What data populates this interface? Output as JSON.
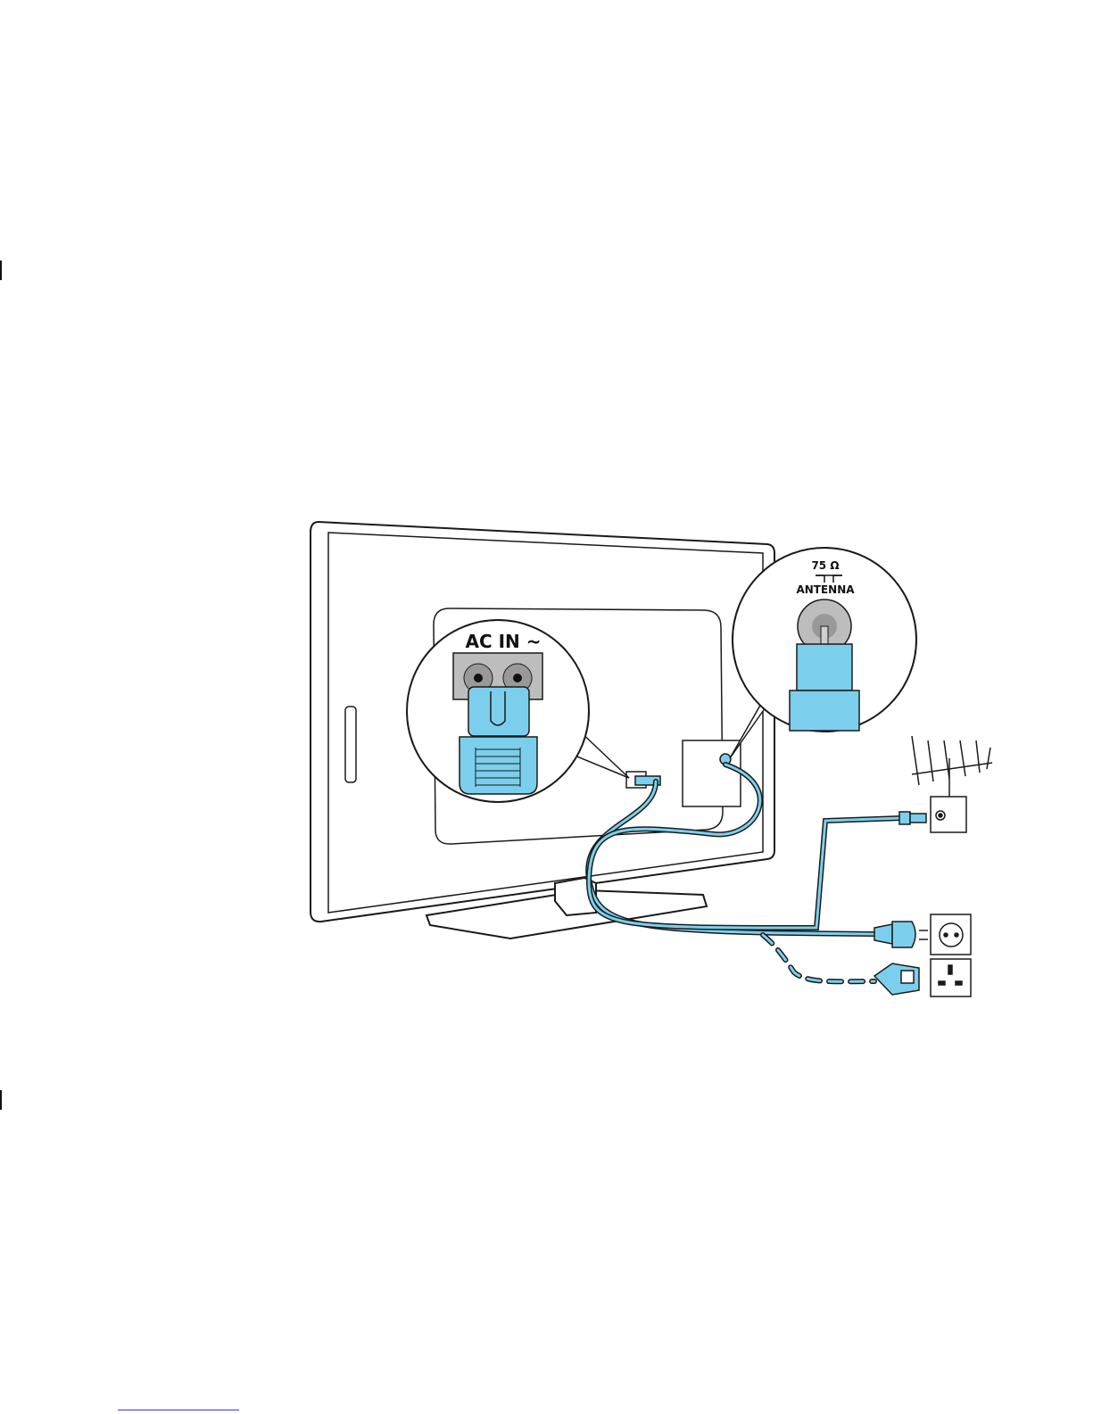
{
  "diagram": {
    "callout_power": {
      "label": "AC IN ~"
    },
    "callout_antenna": {
      "value": "75 Ω",
      "label": "ANTENNA"
    }
  },
  "colors": {
    "cable": "#7ccfec",
    "outline": "#1a1a1a",
    "socket_grey": "#bdbdbd",
    "paper": "#ffffff"
  }
}
